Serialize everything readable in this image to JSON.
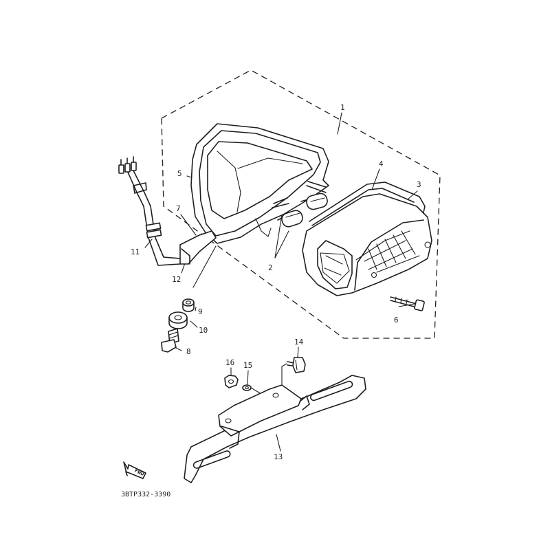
{
  "diagram": {
    "callouts": [
      {
        "id": "c1",
        "text": "1"
      },
      {
        "id": "c2",
        "text": "2"
      },
      {
        "id": "c3",
        "text": "3"
      },
      {
        "id": "c4",
        "text": "4"
      },
      {
        "id": "c5",
        "text": "5"
      },
      {
        "id": "c6",
        "text": "6"
      },
      {
        "id": "c7",
        "text": "7"
      },
      {
        "id": "c8",
        "text": "8"
      },
      {
        "id": "c9",
        "text": "9"
      },
      {
        "id": "c10",
        "text": "10"
      },
      {
        "id": "c11",
        "text": "11"
      },
      {
        "id": "c12",
        "text": "12"
      },
      {
        "id": "c13",
        "text": "13"
      },
      {
        "id": "c14",
        "text": "14"
      },
      {
        "id": "c15",
        "text": "15"
      },
      {
        "id": "c16",
        "text": "16"
      }
    ],
    "fwd_label": "FWD",
    "figure_code": "3BTP332-3390"
  }
}
